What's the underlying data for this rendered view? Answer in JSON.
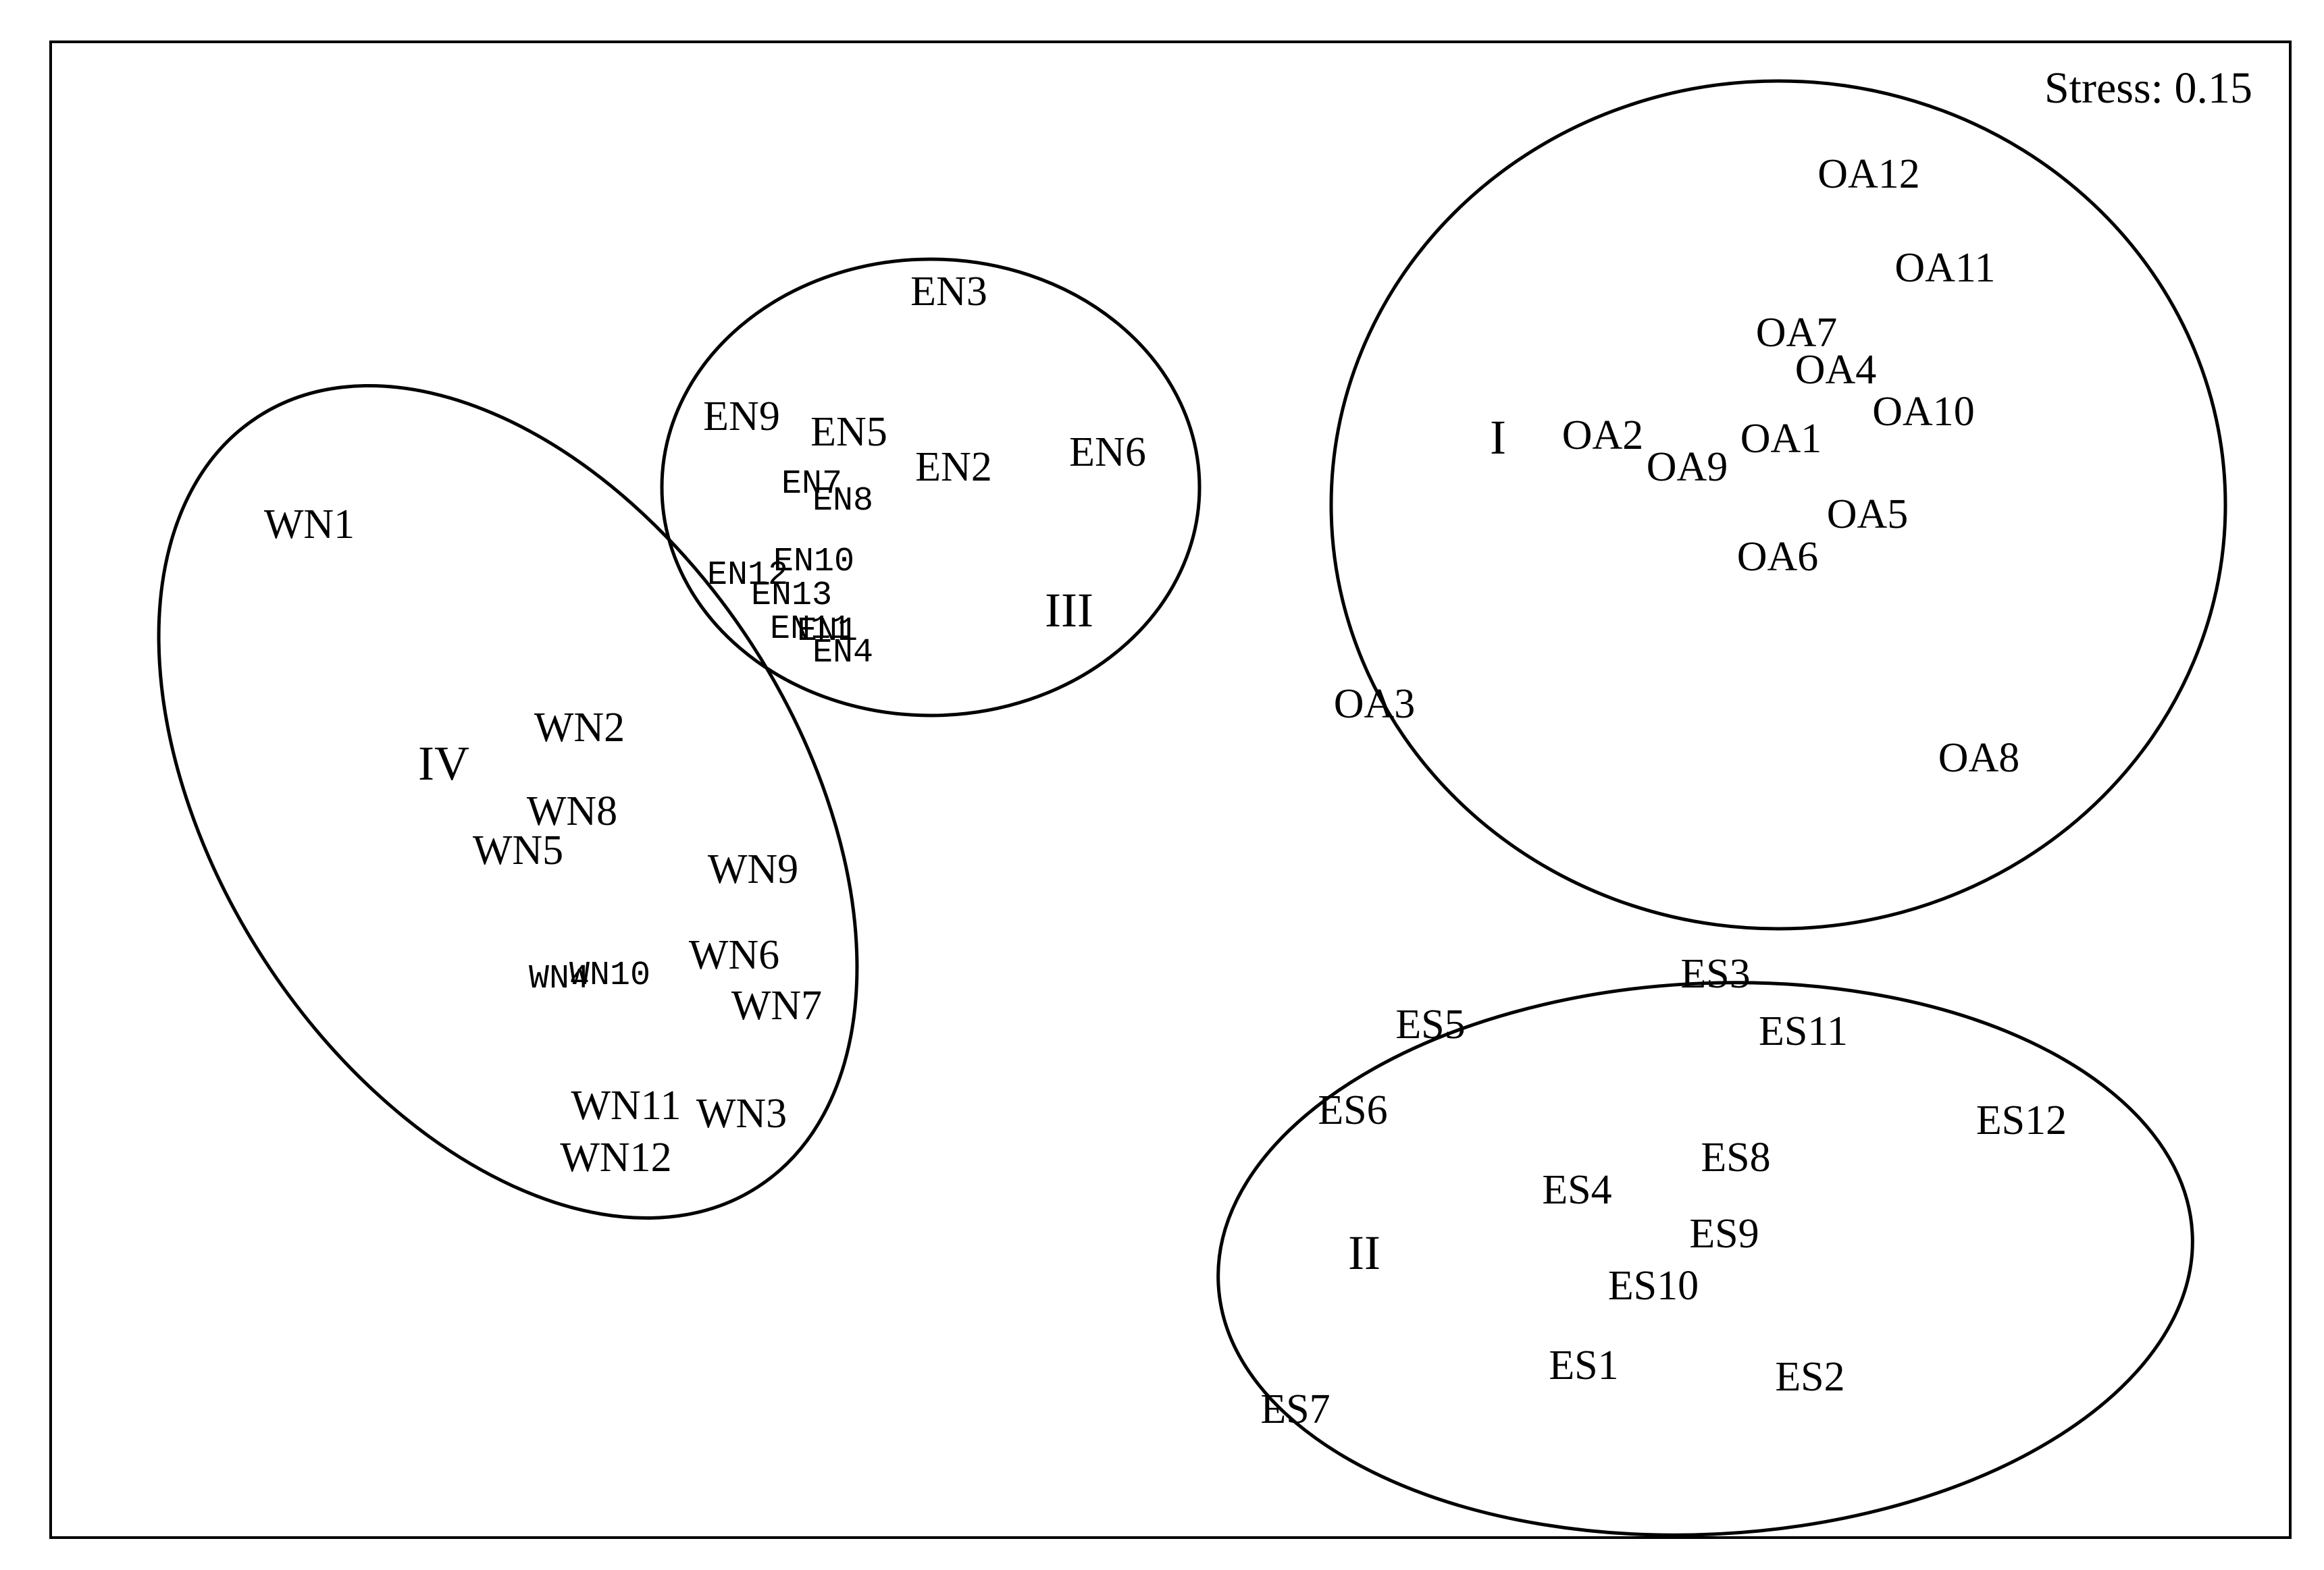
{
  "chart_data": {
    "type": "scatter",
    "title": "",
    "xlabel": "",
    "ylabel": "",
    "grid": false,
    "stress_label": "Stress: 0.15",
    "groups": [
      {
        "label": "I"
      },
      {
        "label": "II"
      },
      {
        "label": "III"
      },
      {
        "label": "IV"
      }
    ],
    "points": [
      {
        "label": "OA12"
      },
      {
        "label": "OA11"
      },
      {
        "label": "OA7"
      },
      {
        "label": "OA4"
      },
      {
        "label": "OA10"
      },
      {
        "label": "OA2"
      },
      {
        "label": "OA9"
      },
      {
        "label": "OA1"
      },
      {
        "label": "OA5"
      },
      {
        "label": "OA6"
      },
      {
        "label": "OA3"
      },
      {
        "label": "OA8"
      },
      {
        "label": "EN3"
      },
      {
        "label": "EN9"
      },
      {
        "label": "EN5"
      },
      {
        "label": "EN2"
      },
      {
        "label": "EN6"
      },
      {
        "label": "EN7"
      },
      {
        "label": "EN8"
      },
      {
        "label": "EN10"
      },
      {
        "label": "EN12"
      },
      {
        "label": "EN13"
      },
      {
        "label": "EN11"
      },
      {
        "label": "EN1"
      },
      {
        "label": "EN4"
      },
      {
        "label": "WN1"
      },
      {
        "label": "WN2"
      },
      {
        "label": "WN8"
      },
      {
        "label": "WN5"
      },
      {
        "label": "WN9"
      },
      {
        "label": "WN6"
      },
      {
        "label": "WN4"
      },
      {
        "label": "WN10"
      },
      {
        "label": "WN7"
      },
      {
        "label": "WN11"
      },
      {
        "label": "WN3"
      },
      {
        "label": "WN12"
      },
      {
        "label": "ES3"
      },
      {
        "label": "ES5"
      },
      {
        "label": "ES11"
      },
      {
        "label": "ES6"
      },
      {
        "label": "ES12"
      },
      {
        "label": "ES8"
      },
      {
        "label": "ES4"
      },
      {
        "label": "ES9"
      },
      {
        "label": "ES10"
      },
      {
        "label": "ES1"
      },
      {
        "label": "ES2"
      },
      {
        "label": "ES7"
      }
    ]
  }
}
